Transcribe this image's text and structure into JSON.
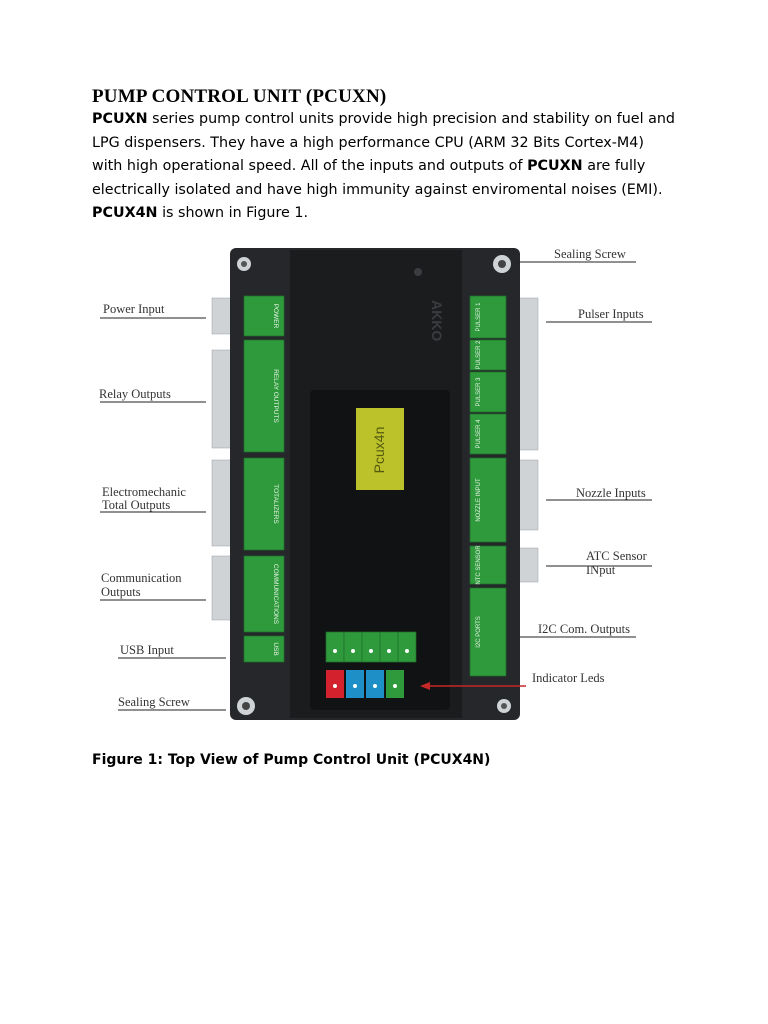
{
  "document": {
    "heading": "PUMP CONTROL UNIT (PCUXN)",
    "paragraph": {
      "s1_bold": "PCUXN",
      "s1_rest": " series pump control units provide high precision and stability on fuel and LPG dispensers. They have a high performance CPU (ARM 32 Bits Cortex-M4) with high operational speed. All of the inputs and outputs of ",
      "s2_bold": "PCUXN",
      "s2_rest": " are fully electrically isolated and have high immunity against enviromental noises (EMI). ",
      "s3_bold": "PCUX4N",
      "s3_rest": " is shown in Figure 1."
    },
    "caption": "Figure 1: Top View of Pump Control Unit (PCUX4N)"
  },
  "figure": {
    "labels_left": {
      "power_input": "Power Input",
      "relay_outputs": "Relay Outputs",
      "electromechanic_1": "Electromechanic",
      "electromechanic_2": "Total Outputs",
      "communication_1": "Communication",
      "communication_2": "Outputs",
      "usb_input": "USB Input",
      "sealing_screw_bottom": "Sealing Screw"
    },
    "labels_right": {
      "sealing_screw_top": "Sealing Screw",
      "pulser_inputs": "Pulser Inputs",
      "nozzle_inputs": "Nozzle Inputs",
      "atc_sensor_1": "ATC Sensor",
      "atc_sensor_2": "INput",
      "i2c_outputs": "I2C Com. Outputs",
      "indicator_leds": "Indicator Leds"
    },
    "module_text": {
      "power": "POWER",
      "relay": "RELAY OUTPUTS",
      "totalizers": "TOTALIZERS",
      "communications": "COMMUNICATIONS",
      "usb": "USB",
      "pulser1": "PULSER 1",
      "pulser2": "PULSER 2",
      "pulser3": "PULSER 3",
      "pulser4": "PULSER 4",
      "nozzle": "NOZZLE INPUT",
      "ntc": "NTC SENSOR",
      "i2c": "I2C PORTS",
      "logo": "Pcux4n",
      "brand": "AKKO"
    },
    "colors": {
      "board": "#222326",
      "green_block": "#2f9a3c",
      "logo_label": "#bcc22a",
      "led_red": "#d3222e",
      "led_blue": "#1f8fc8",
      "arrow_red": "#c62828"
    }
  }
}
